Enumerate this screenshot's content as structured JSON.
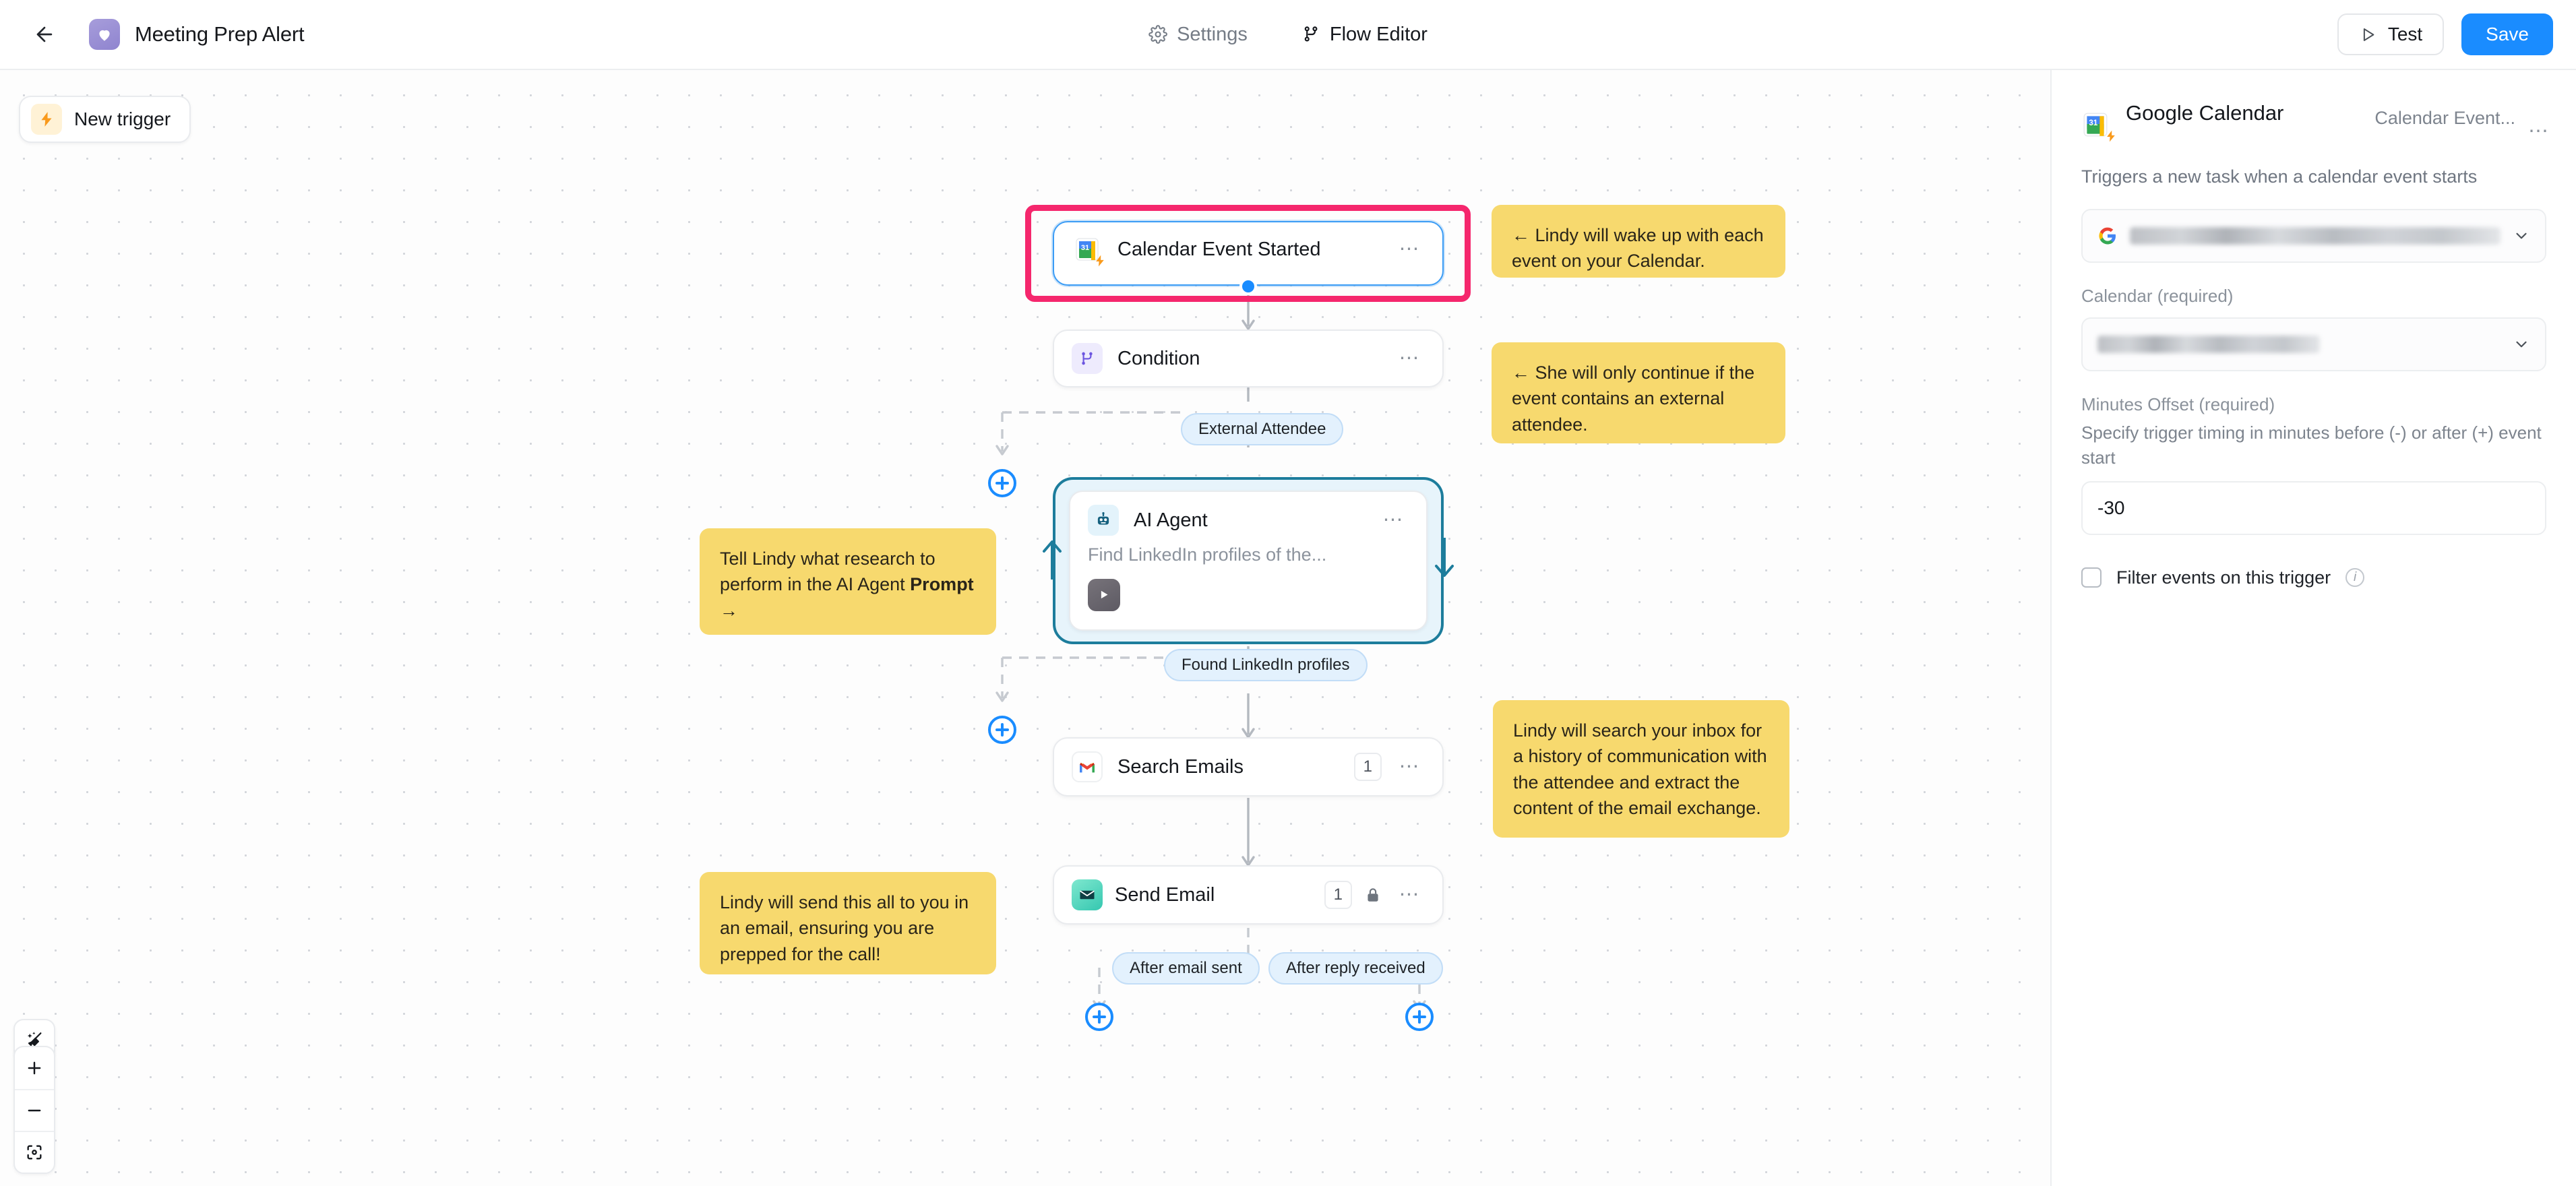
{
  "topbar": {
    "back_icon": "back-arrow-icon",
    "logo_icon": "lindy-logo-icon",
    "title": "Meeting Prep Alert",
    "tabs": [
      {
        "label": "Settings",
        "icon": "gear-icon",
        "active": false
      },
      {
        "label": "Flow Editor",
        "icon": "flow-branch-icon",
        "active": true
      }
    ],
    "test_label": "Test",
    "test_icon": "play-icon",
    "save_label": "Save",
    "save_color": "#1a8cff"
  },
  "canvas": {
    "new_trigger_label": "New trigger",
    "new_trigger_icon": "lightning-bolt-icon",
    "nodes": [
      {
        "id": "calendar-event-started",
        "title": "Calendar Event Started",
        "icon": "google-calendar-icon",
        "selected": true,
        "highlighted": true
      },
      {
        "id": "condition",
        "title": "Condition",
        "icon": "condition-branch-icon"
      },
      {
        "id": "ai-agent",
        "title": "AI Agent",
        "icon": "robot-icon",
        "subtitle": "Find LinkedIn profiles of the...",
        "tool_icon": "perplexity-tool-icon",
        "loop": true
      },
      {
        "id": "search-emails",
        "title": "Search Emails",
        "icon": "gmail-icon",
        "badge": "1"
      },
      {
        "id": "send-email",
        "title": "Send Email",
        "icon": "envelope-icon",
        "badge": "1",
        "lock": "lock-icon"
      }
    ],
    "edge_labels": [
      "External Attendee",
      "Found LinkedIn profiles",
      "After email sent",
      "After reply received"
    ],
    "notes": [
      {
        "id": "note-trigger",
        "text": "← Lindy will wake up with each event on your Calendar."
      },
      {
        "id": "note-condition",
        "text": "← She will only continue if the event contains an external attendee."
      },
      {
        "id": "note-agent-pre",
        "text": "Tell Lindy what research to perform in the AI Agent "
      },
      {
        "id": "note-agent-bold",
        "text": "Prompt →"
      },
      {
        "id": "note-search",
        "text": "Lindy will search your inbox for a history of communication with the attendee and extract the content of the email exchange."
      },
      {
        "id": "note-send",
        "text": "Lindy will send this all to you in an email, ensuring you are prepped for the call!"
      }
    ],
    "toolbar": {
      "tidy_icon": "magic-broom-icon",
      "zoom_in_icon": "plus-icon",
      "zoom_out_icon": "minus-icon",
      "fit_view_icon": "fit-to-view-icon"
    },
    "add_step_icon": "plus-circle-icon"
  },
  "panel": {
    "icon": "google-calendar-icon",
    "title": "Google Calendar",
    "subtitle": "Calendar Event...",
    "menu_icon": "ellipsis-icon",
    "description": "Triggers a new task when a calendar event starts",
    "account": {
      "icon": "google-g-icon",
      "value": "",
      "chevron": "chevron-down-icon"
    },
    "calendar_field": {
      "label": "Calendar",
      "required_text": "(required)",
      "value": "",
      "chevron": "chevron-down-icon"
    },
    "offset_field": {
      "label": "Minutes Offset",
      "required_text": "(required)",
      "hint": "Specify trigger timing in minutes before (-) or after (+) event start",
      "value": "-30"
    },
    "filter_checkbox": {
      "label": "Filter events on this trigger",
      "checked": false,
      "info_icon": "info-icon"
    }
  }
}
